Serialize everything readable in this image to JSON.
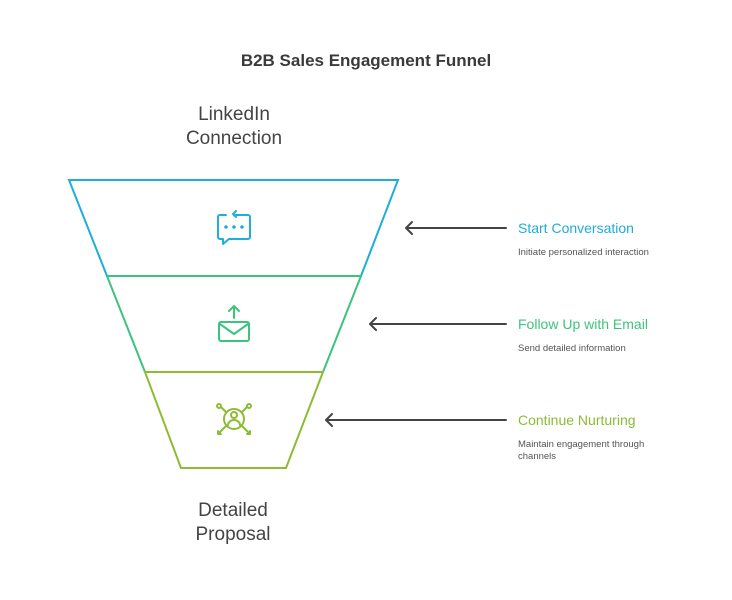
{
  "title": "B2B Sales Engagement Funnel",
  "top_label": [
    "LinkedIn",
    "Connection"
  ],
  "bottom_label": [
    "Detailed",
    "Proposal"
  ],
  "colors": {
    "stage1": "#1fadd9",
    "stage2": "#3cc47c",
    "stage3": "#8dbb35",
    "arrow": "#444444"
  },
  "stages": [
    {
      "icon": "chat-bubble-icon",
      "title": "Start Conversation",
      "desc": [
        "Initiate personalized interaction"
      ]
    },
    {
      "icon": "email-send-icon",
      "title": "Follow Up with Email",
      "desc": [
        "Send detailed information"
      ]
    },
    {
      "icon": "user-network-icon",
      "title": "Continue Nurturing",
      "desc": [
        "Maintain engagement through",
        "channels"
      ]
    }
  ]
}
